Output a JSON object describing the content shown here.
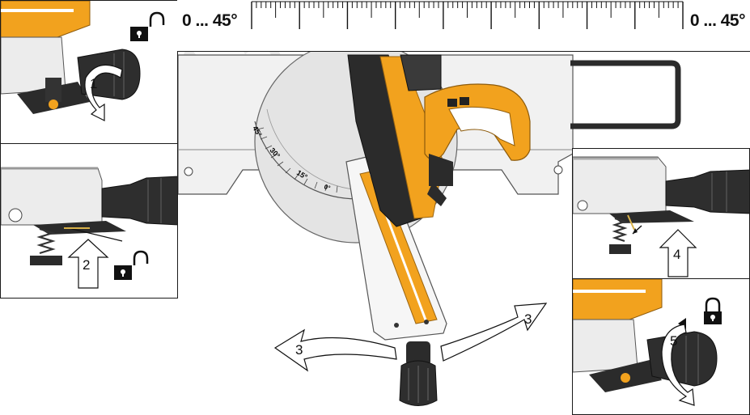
{
  "ruler": {
    "left_label": "0 ... 45°",
    "right_label": "0 ... 45°"
  },
  "steps": {
    "step1": "1",
    "step2": "2",
    "step3_left": "3",
    "step3_right": "3",
    "step4": "4",
    "step5": "5"
  },
  "scale": {
    "tick_45": "45°",
    "tick_30": "30°",
    "tick_15": "15°",
    "tick_0": "0°"
  },
  "icons": {
    "unlock": "unlock-icon",
    "lock": "lock-icon"
  },
  "colors": {
    "accent_orange": "#f2a21e",
    "body_dark": "#2b2b2b",
    "line": "#1a1a1a"
  }
}
